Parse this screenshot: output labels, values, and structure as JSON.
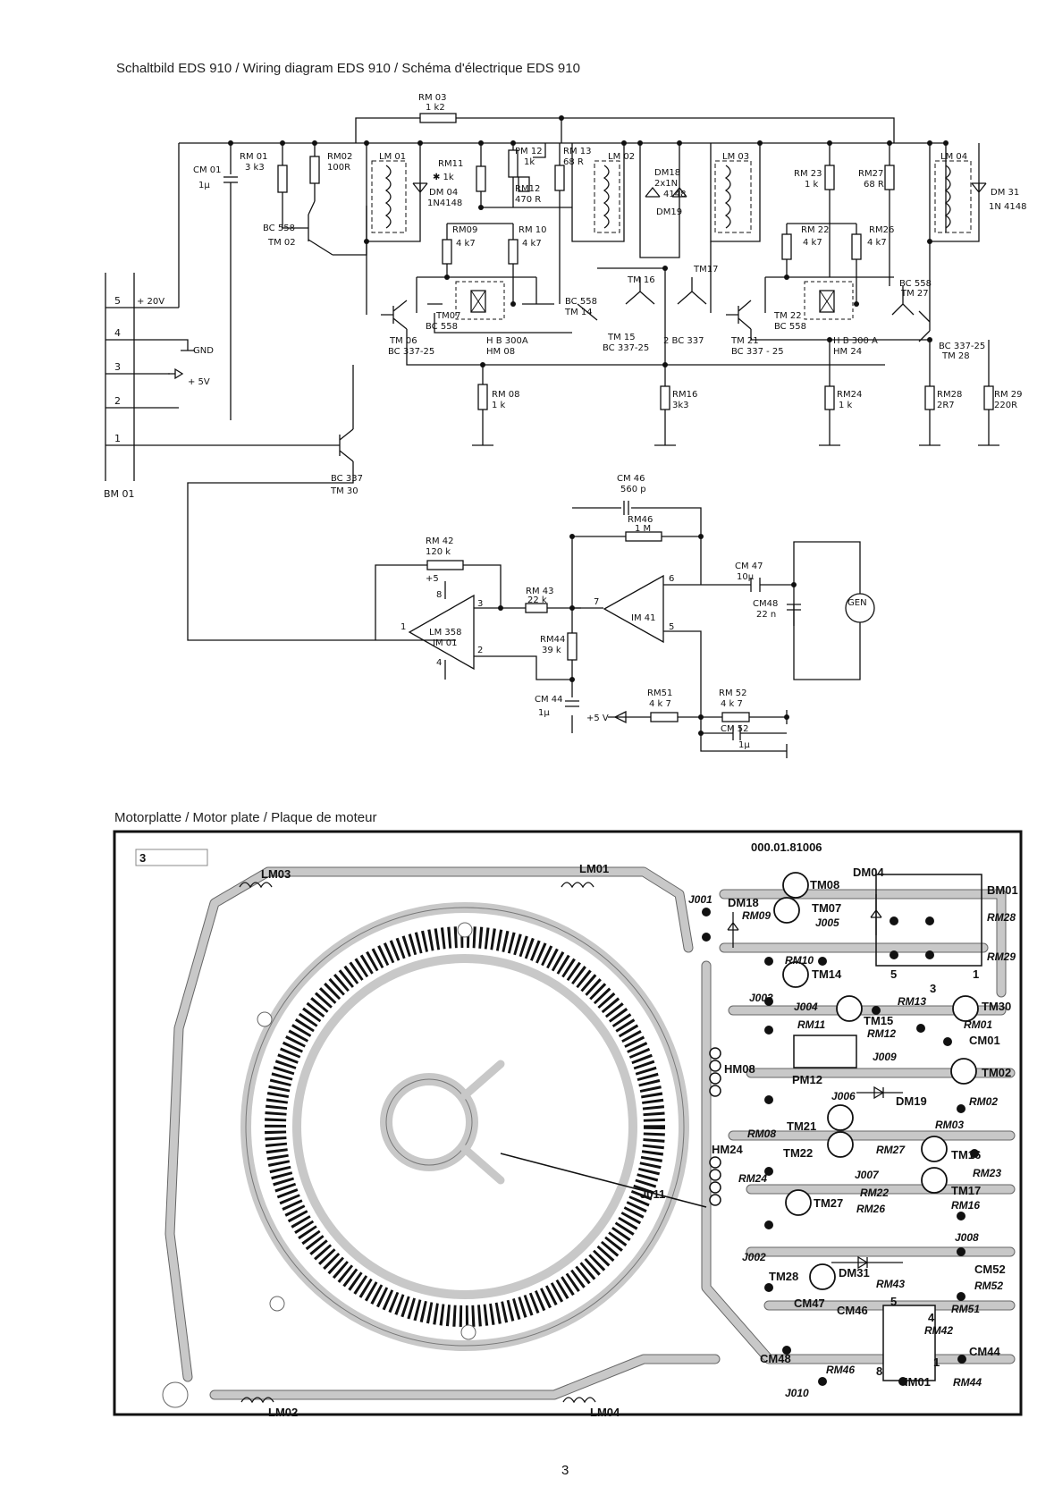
{
  "headings": {
    "schematic": "Schaltbild EDS 910 / Wiring diagram EDS 910 / Schéma d'électrique EDS 910",
    "motor_plate": "Motorplatte / Motor plate / Plaque de moteur",
    "page_number": "3"
  },
  "connector": {
    "name": "BM 01",
    "pins": [
      "5",
      "4",
      "3",
      "2",
      "1"
    ],
    "signals": [
      "+ 20V",
      "GND",
      "+ 5V"
    ]
  },
  "components": [
    {
      "ref": "RM 03",
      "value": "1 k2"
    },
    {
      "ref": "CM 01",
      "value": "1µ"
    },
    {
      "ref": "RM 01",
      "value": "3 k3"
    },
    {
      "ref": "RM02",
      "value": "100R"
    },
    {
      "ref": "LM 01",
      "value": ""
    },
    {
      "ref": "RM11",
      "value": "✱ 1k"
    },
    {
      "ref": "DM 04",
      "value": "1N4148"
    },
    {
      "ref": "PM 12",
      "value": "1k"
    },
    {
      "ref": "RM 13",
      "value": "68 R"
    },
    {
      "ref": "RM12",
      "value": "470 R"
    },
    {
      "ref": "LM 02",
      "value": ""
    },
    {
      "ref": "DM18",
      "value": "2x1N"
    },
    {
      "ref": "",
      "value": "4148"
    },
    {
      "ref": "DM19",
      "value": ""
    },
    {
      "ref": "LM 03",
      "value": ""
    },
    {
      "ref": "RM 23",
      "value": "1 k"
    },
    {
      "ref": "RM27",
      "value": "68 R"
    },
    {
      "ref": "LM 04",
      "value": ""
    },
    {
      "ref": "DM 31",
      "value": "1N 4148"
    },
    {
      "ref": "RM09",
      "value": "4 k7"
    },
    {
      "ref": "RM 10",
      "value": "4 k7"
    },
    {
      "ref": "RM 22",
      "value": "4 k7"
    },
    {
      "ref": "RM26",
      "value": "4 k7"
    },
    {
      "ref": "TM 02",
      "value": "BC 558"
    },
    {
      "ref": "TM 16",
      "value": ""
    },
    {
      "ref": "TM17",
      "value": ""
    },
    {
      "ref": "TM 27",
      "value": "BC 558"
    },
    {
      "ref": "TM07",
      "value": "BC 558"
    },
    {
      "ref": "TM 14",
      "value": "BC 558"
    },
    {
      "ref": "TM 22",
      "value": "BC 558"
    },
    {
      "ref": "TM 06",
      "value": "BC 337-25"
    },
    {
      "ref": "HM 08",
      "value": "H B 300A"
    },
    {
      "ref": "TM 15",
      "value": "BC 337-25"
    },
    {
      "ref": "",
      "value": "2 BC 337"
    },
    {
      "ref": "TM 21",
      "value": "BC 337 - 25"
    },
    {
      "ref": "HM 24",
      "value": "H B 300 A"
    },
    {
      "ref": "TM 28",
      "value": "BC 337-25"
    },
    {
      "ref": "RM 08",
      "value": "1 k"
    },
    {
      "ref": "RM16",
      "value": "3k3"
    },
    {
      "ref": "RM24",
      "value": "1 k"
    },
    {
      "ref": "RM28",
      "value": "2R7"
    },
    {
      "ref": "RM 29",
      "value": "220R"
    },
    {
      "ref": "TM 30",
      "value": "BC 337"
    },
    {
      "ref": "CM 46",
      "value": "560 p"
    },
    {
      "ref": "RM46",
      "value": "1 M"
    },
    {
      "ref": "RM 42",
      "value": "120 k"
    },
    {
      "ref": "RM 43",
      "value": "22 k"
    },
    {
      "ref": "IM 01",
      "value": "LM 358"
    },
    {
      "ref": "IM 41",
      "value": ""
    },
    {
      "ref": "RM44",
      "value": "39 k"
    },
    {
      "ref": "CM 47",
      "value": "10µ"
    },
    {
      "ref": "CM48",
      "value": "22 n"
    },
    {
      "ref": "GEN",
      "value": ""
    },
    {
      "ref": "CM 44",
      "value": "1µ"
    },
    {
      "ref": "RM51",
      "value": "4 k 7"
    },
    {
      "ref": "RM 52",
      "value": "4 k 7"
    },
    {
      "ref": "CM 52",
      "value": "1µ"
    }
  ],
  "opamp_pins": {
    "im01_plus5": "+5",
    "p8": "8",
    "p3": "3",
    "p1": "1",
    "p2": "2",
    "p4": "4",
    "p7": "7",
    "p6": "6",
    "p5": "5",
    "plus5v": "+5 V"
  },
  "pcb": {
    "top_code": "000.01.81006",
    "corner_mark": "3",
    "coils": [
      "LM03",
      "LM01",
      "LM02",
      "LM04"
    ],
    "labels": [
      "BM01",
      "RM28",
      "RM29",
      "DM04",
      "TM08",
      "TM07",
      "J005",
      "RM09",
      "DM18",
      "J001",
      "RM10",
      "TM14",
      "RM13",
      "TM30",
      "J003",
      "J004",
      "TM15",
      "RM11",
      "RM12",
      "RM01",
      "CM01",
      "J009",
      "HM08",
      "PM12",
      "TM02",
      "J006",
      "DM19",
      "RM02",
      "RM08",
      "TM21",
      "RM27",
      "RM03",
      "HM24",
      "TM22",
      "TM16",
      "J007",
      "RM23",
      "RM24",
      "RM22",
      "TM17",
      "J011",
      "RM26",
      "RM16",
      "TM27",
      "J008",
      "J002",
      "DM31",
      "TM28",
      "RM43",
      "CM52",
      "RM52",
      "CM47",
      "CM46",
      "RM51",
      "RM42",
      "CM44",
      "CM48",
      "RM46",
      "IM01",
      "RM44",
      "J010"
    ],
    "pin_marks": [
      "5",
      "3",
      "1",
      "4",
      "5",
      "8",
      "1"
    ]
  }
}
